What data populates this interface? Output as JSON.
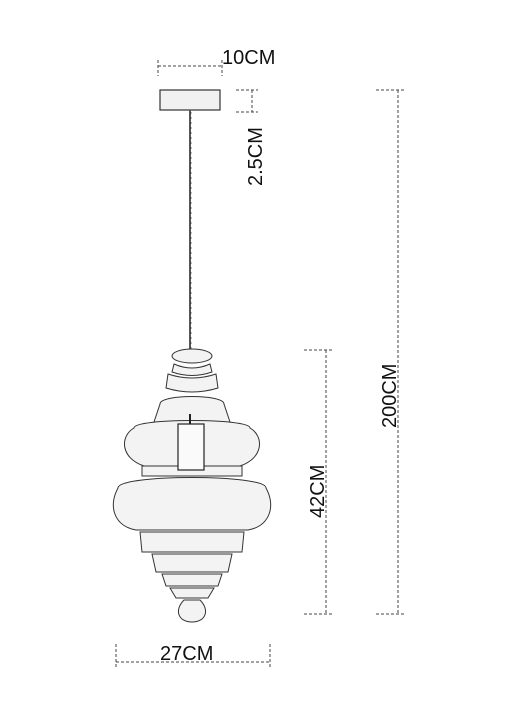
{
  "dimensions": {
    "canopy_width": "10CM",
    "canopy_height": "2.5CM",
    "total_height": "200CM",
    "shade_height": "42CM",
    "shade_width": "27CM"
  },
  "colors": {
    "line": "#333333",
    "dimension_line": "#444444",
    "text": "#111111"
  }
}
